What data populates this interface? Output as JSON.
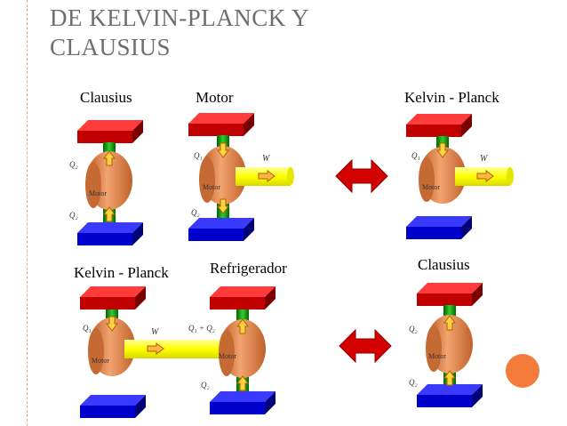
{
  "title": {
    "line1": "DE KELVIN-PLANCK Y",
    "line2": "CLAUSIUS"
  },
  "top_row": {
    "clausius_label": "Clausius",
    "motor_label": "Motor",
    "kp_label": "Kelvin - Planck"
  },
  "bottom_row": {
    "kp_label": "Kelvin - Planck",
    "refrigerador_label": "Refrigerador",
    "clausius_label": "Clausius"
  },
  "engine_text": "Motor",
  "symbols": {
    "q1": "Q₁",
    "q2": "Q₂",
    "w": "W",
    "q1_plus_q2": "Q₁ + Q₂"
  },
  "colors": {
    "hot": "#c00000",
    "cold": "#0000cc",
    "engine": "#e8884a",
    "work": "#ffff00",
    "pipe": "#00aa00",
    "arrow": "#e8a000",
    "equivalence": "#cc0000",
    "accent": "#f47b39"
  },
  "icons": [
    "equivalence-arrow-icon",
    "decorative-circle-icon"
  ]
}
